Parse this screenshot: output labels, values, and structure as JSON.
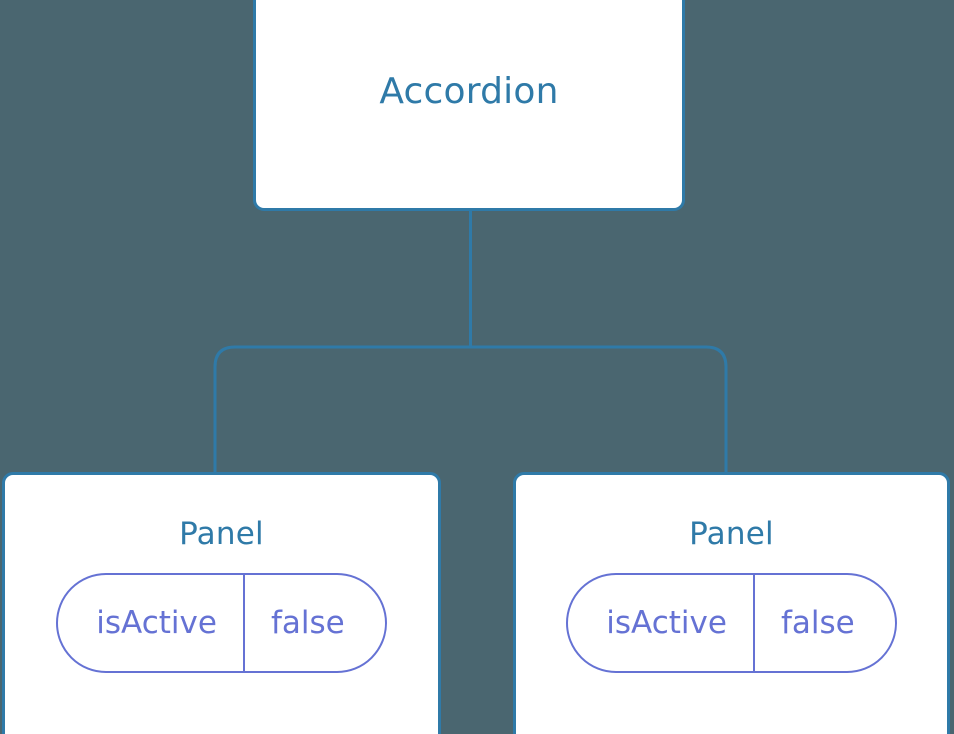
{
  "diagram": {
    "background_color": "#4a6670",
    "node_border_color": "#2f7aa8",
    "node_fill_color": "#ffffff",
    "node_title_color": "#2f7aa8",
    "prop_color": "#6572d4",
    "connector_color": "#2f7aa8",
    "root": {
      "title": "Accordion"
    },
    "children": [
      {
        "title": "Panel",
        "props": [
          {
            "key": "isActive",
            "value": "false"
          }
        ]
      },
      {
        "title": "Panel",
        "props": [
          {
            "key": "isActive",
            "value": "false"
          }
        ]
      }
    ]
  }
}
